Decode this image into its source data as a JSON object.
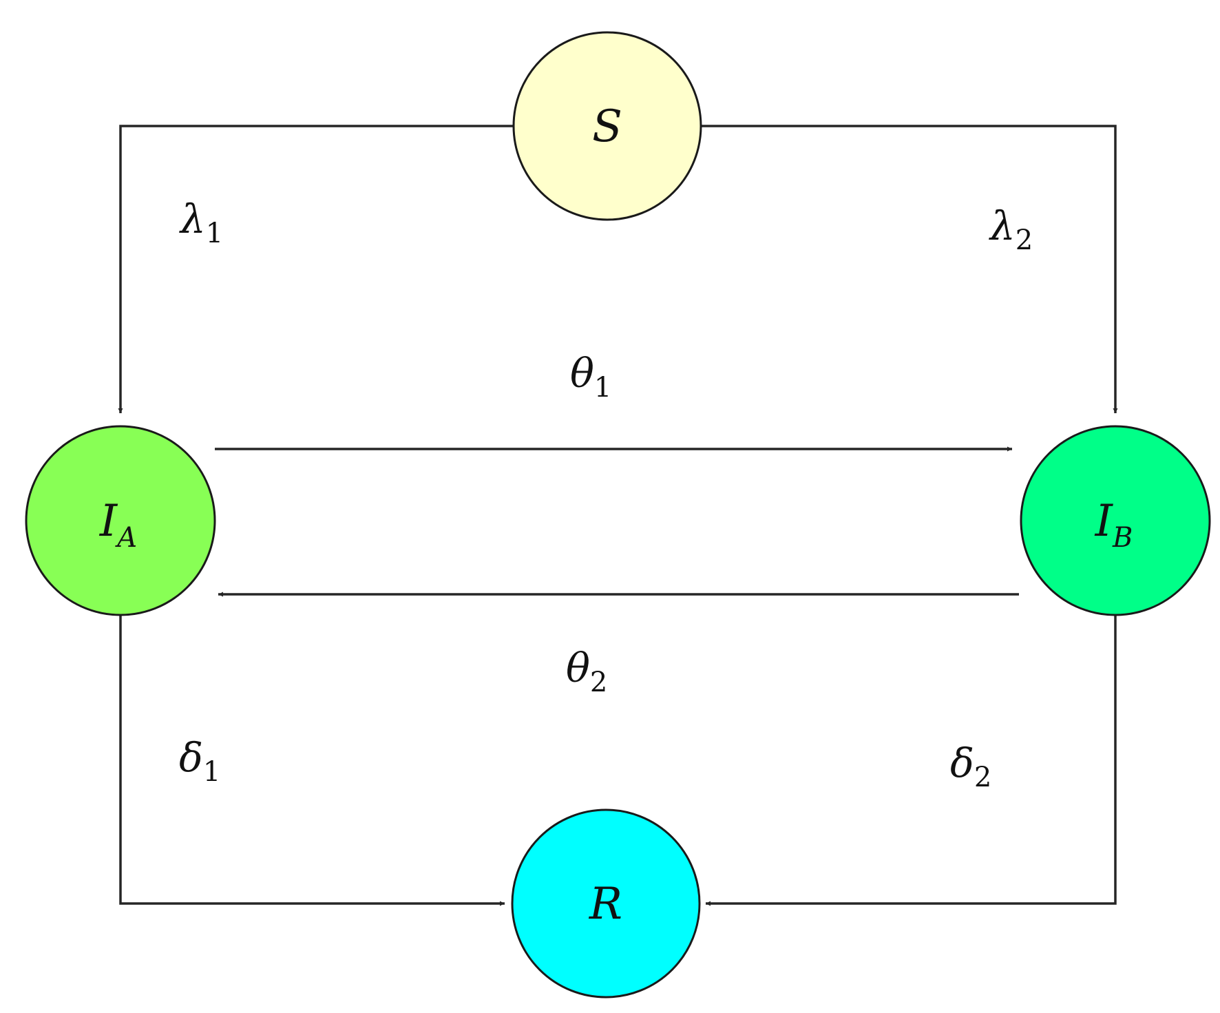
{
  "nodes": {
    "s": {
      "label": "S",
      "sub": "",
      "fill": "#FFFFCC"
    },
    "ia": {
      "label": "I",
      "sub": "A",
      "fill": "#88FF55"
    },
    "ib": {
      "label": "I",
      "sub": "B",
      "fill": "#00FF88"
    },
    "r": {
      "label": "R",
      "sub": "",
      "fill": "#00FFFF"
    }
  },
  "rates": {
    "lambda1": {
      "symbol": "λ",
      "sub": "1"
    },
    "lambda2": {
      "symbol": "λ",
      "sub": "2"
    },
    "theta1": {
      "symbol": "θ",
      "sub": "1"
    },
    "theta2": {
      "symbol": "θ",
      "sub": "2"
    },
    "delta1": {
      "symbol": "δ",
      "sub": "1"
    },
    "delta2": {
      "symbol": "δ",
      "sub": "2"
    }
  },
  "edges": [
    {
      "from": "S",
      "to": "IA",
      "rate": "lambda1"
    },
    {
      "from": "S",
      "to": "IB",
      "rate": "lambda2"
    },
    {
      "from": "IA",
      "to": "IB",
      "rate": "theta1"
    },
    {
      "from": "IB",
      "to": "IA",
      "rate": "theta2"
    },
    {
      "from": "IA",
      "to": "R",
      "rate": "delta1"
    },
    {
      "from": "IB",
      "to": "R",
      "rate": "delta2"
    }
  ]
}
